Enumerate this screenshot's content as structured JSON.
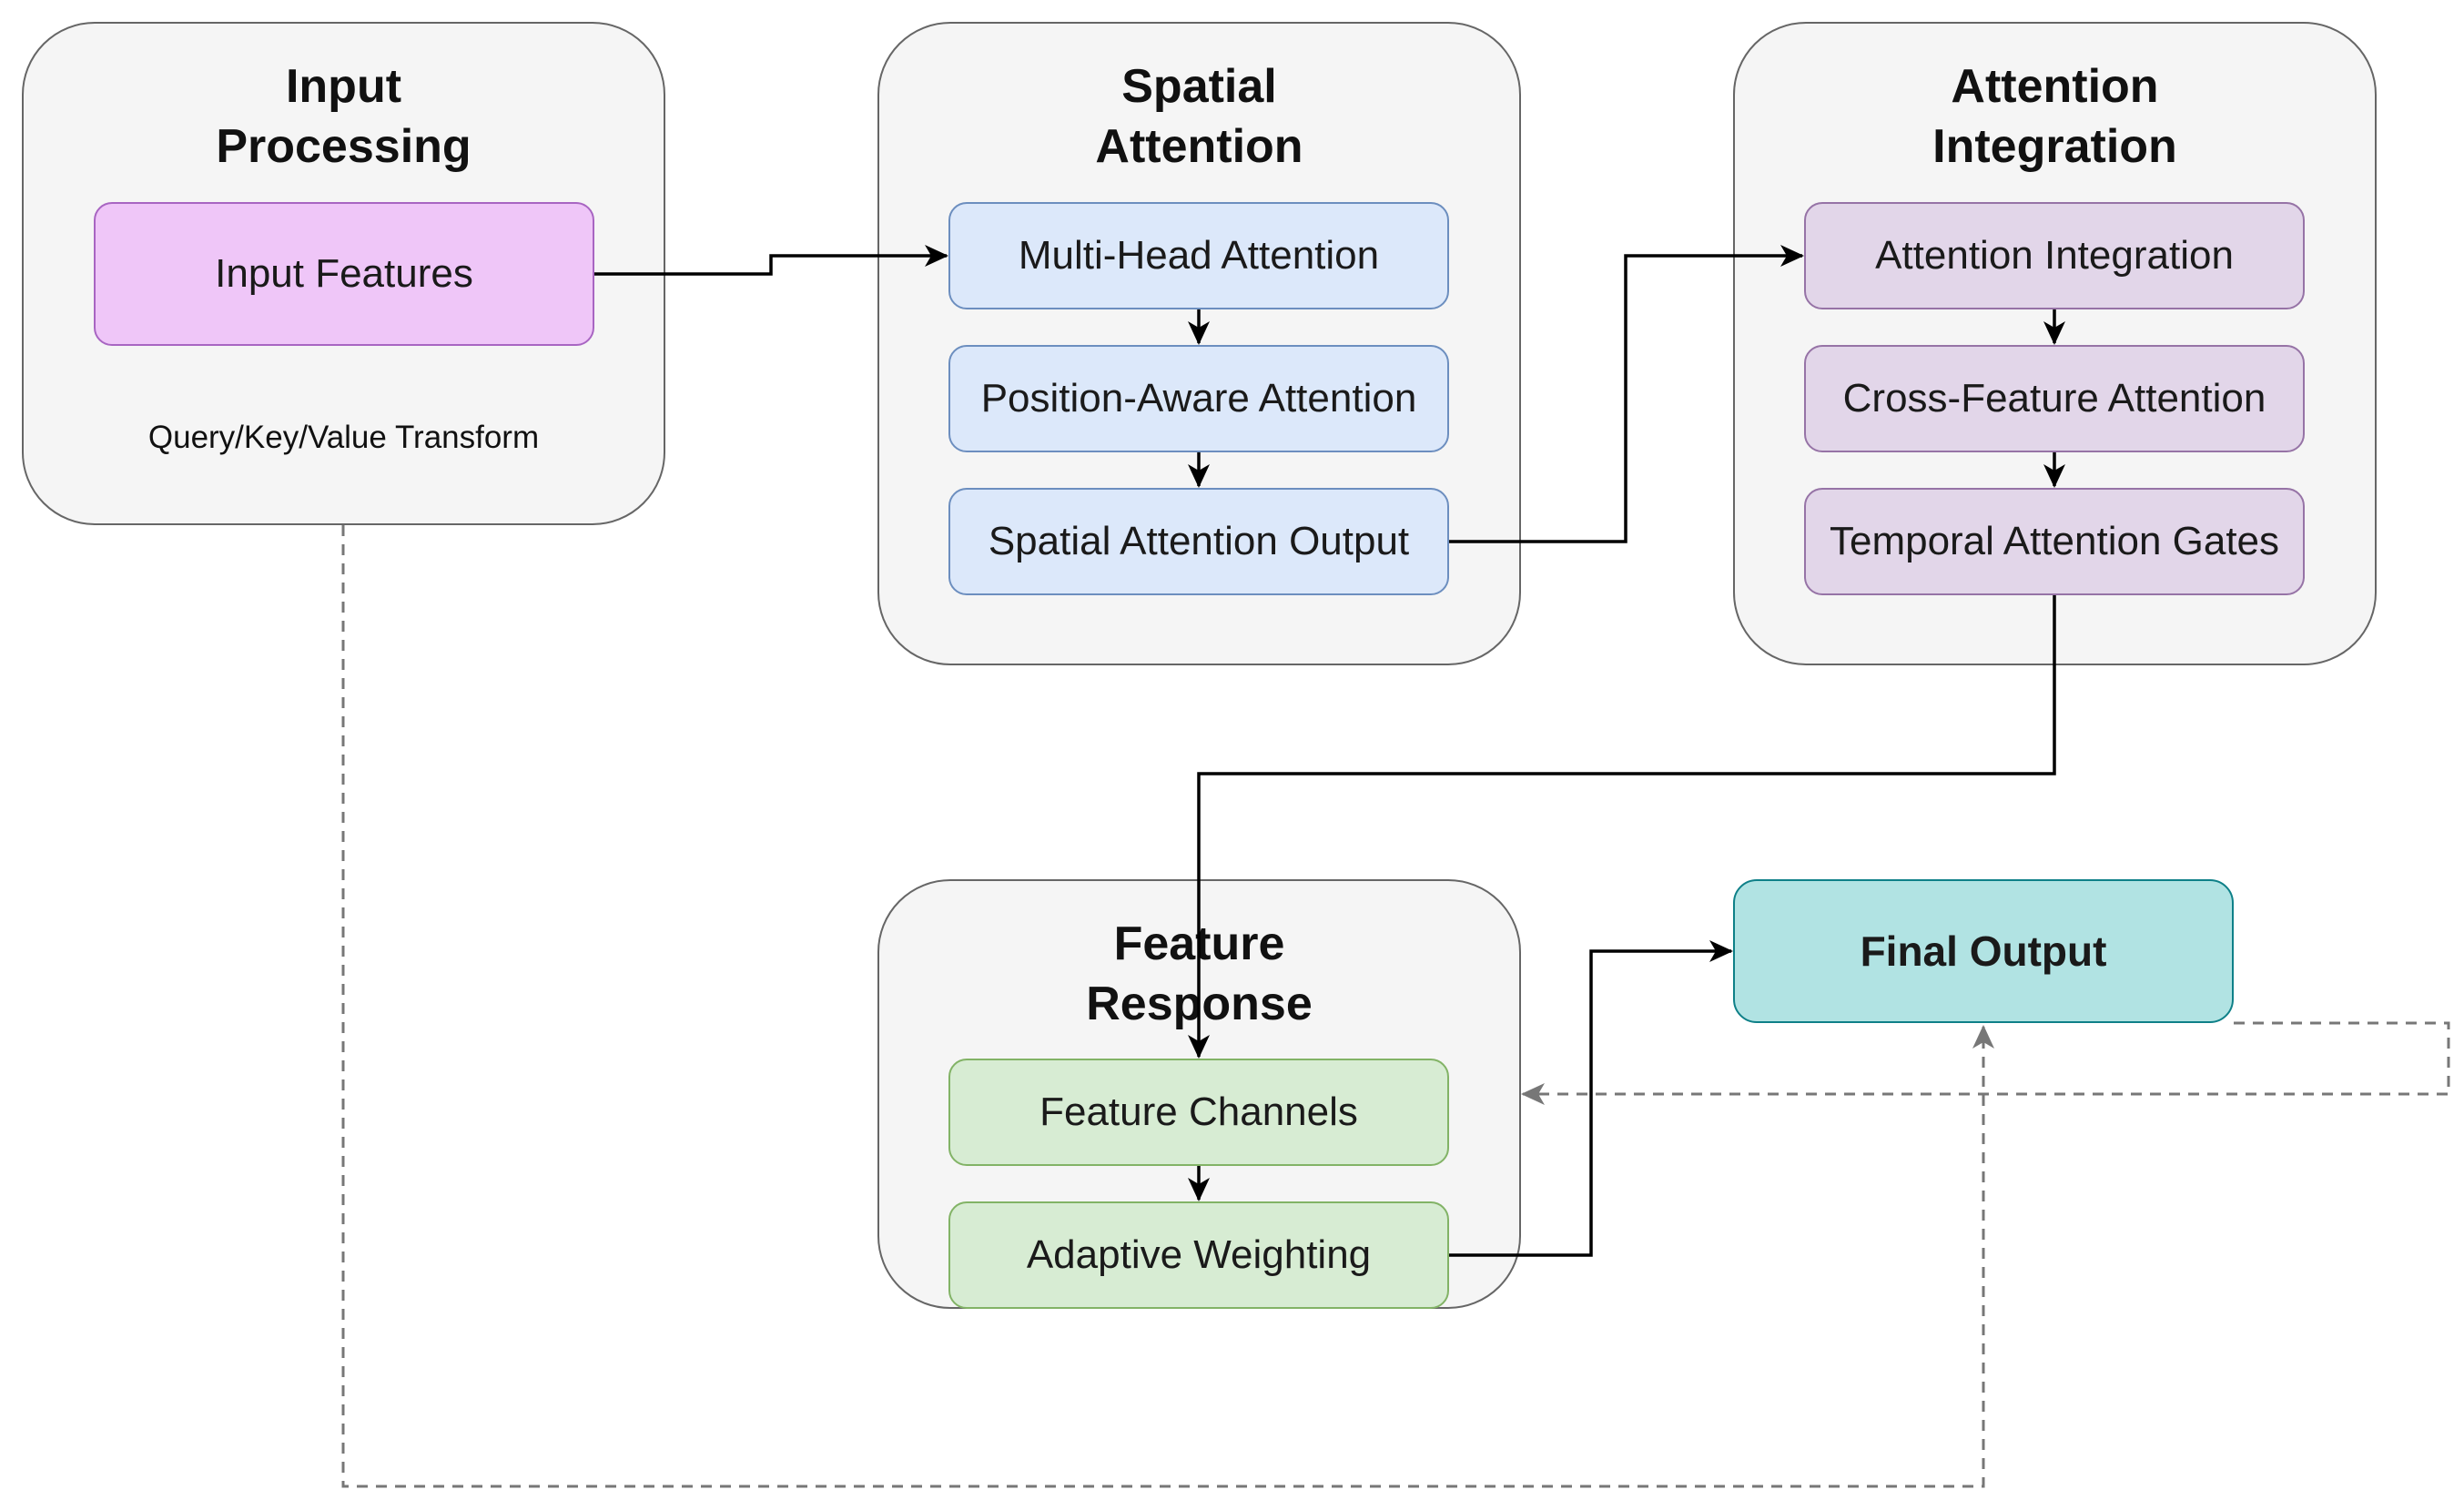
{
  "groups": {
    "input_processing": {
      "title": "Input\nProcessing",
      "note": "Query/Key/Value Transform"
    },
    "spatial_attention": {
      "title": "Spatial\nAttention"
    },
    "attention_integration": {
      "title": "Attention\nIntegration"
    },
    "feature_response": {
      "title": "Feature\nResponse"
    }
  },
  "nodes": {
    "input_features": "Input Features",
    "multi_head_attention": "Multi-Head Attention",
    "position_aware_attention": "Position-Aware Attention",
    "spatial_attention_output": "Spatial Attention Output",
    "attention_integration": "Attention Integration",
    "cross_feature_attention": "Cross-Feature Attention",
    "temporal_attention_gates": "Temporal Attention Gates",
    "feature_channels": "Feature Channels",
    "adaptive_weighting": "Adaptive Weighting",
    "final_output": "Final Output"
  },
  "colors": {
    "group_fill": "#f5f5f5",
    "group_stroke": "#666666",
    "input_fill": "#efc6f8",
    "spatial_fill": "#dce8fa",
    "integration_fill": "#e2d6e9",
    "feature_fill": "#d7ecd3",
    "output_fill": "#b1e3e3",
    "solid_edge": "#000000",
    "dashed_edge": "#777777"
  }
}
